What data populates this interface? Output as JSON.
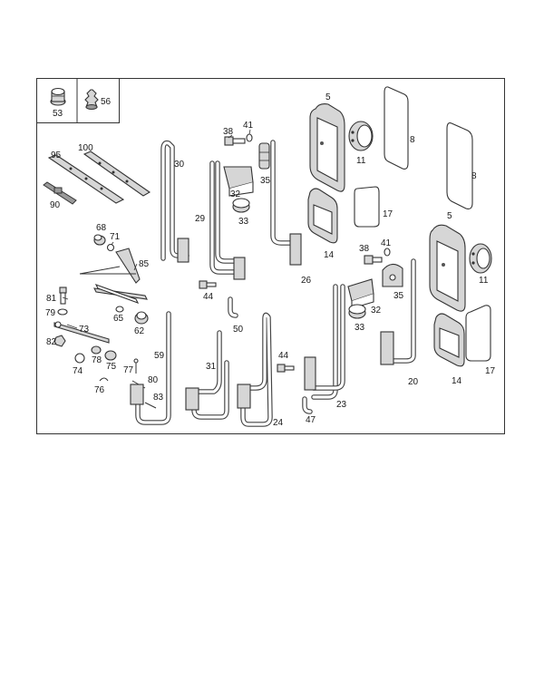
{
  "callouts": {
    "c53": "53",
    "c56": "56",
    "c5a": "5",
    "c8a": "8",
    "c8b": "8",
    "c11a": "11",
    "c17a": "17",
    "c14a": "14",
    "c5b": "5",
    "c11b": "11",
    "c14b": "14",
    "c17b": "17",
    "c95": "95",
    "c100": "100",
    "c90": "90",
    "c30": "30",
    "c29": "29",
    "c38a": "38",
    "c41a": "41",
    "c35a": "35",
    "c32a": "32",
    "c33a": "33",
    "c26": "26",
    "c68": "68",
    "c71": "71",
    "c85": "85",
    "c81": "81",
    "c79": "79",
    "c73": "73",
    "c65": "65",
    "c62": "62",
    "c82": "82",
    "c74": "74",
    "c78": "78",
    "c75": "75",
    "c77": "77",
    "c76": "76",
    "c80": "80",
    "c83": "83",
    "c59": "59",
    "c44a": "44",
    "c50": "50",
    "c31": "31",
    "c24": "24",
    "c44b": "44",
    "c47": "47",
    "c23": "23",
    "c38b": "38",
    "c41b": "41",
    "c35b": "35",
    "c32b": "32",
    "c33b": "33",
    "c20": "20"
  }
}
